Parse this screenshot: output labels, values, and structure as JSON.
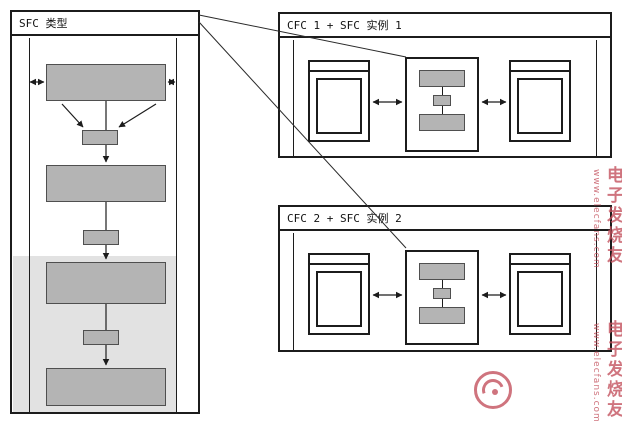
{
  "diagram": {
    "sfc_type": {
      "title": "SFC 类型"
    },
    "cfc_instance_1": {
      "title": "CFC 1 + SFC 实例 1"
    },
    "cfc_instance_2": {
      "title": "CFC 2 + SFC 实例 2"
    }
  },
  "watermark": {
    "brand": "电子发烧友",
    "url": "www.elecfans.com"
  },
  "colors": {
    "panel_border": "#1c1c1c",
    "line": "#1c1c1c",
    "step_fill": "#b4b4b4",
    "step_border": "#4f4f4f",
    "shade_band": "#e2e2e2",
    "watermark_red": "#c4525e"
  }
}
